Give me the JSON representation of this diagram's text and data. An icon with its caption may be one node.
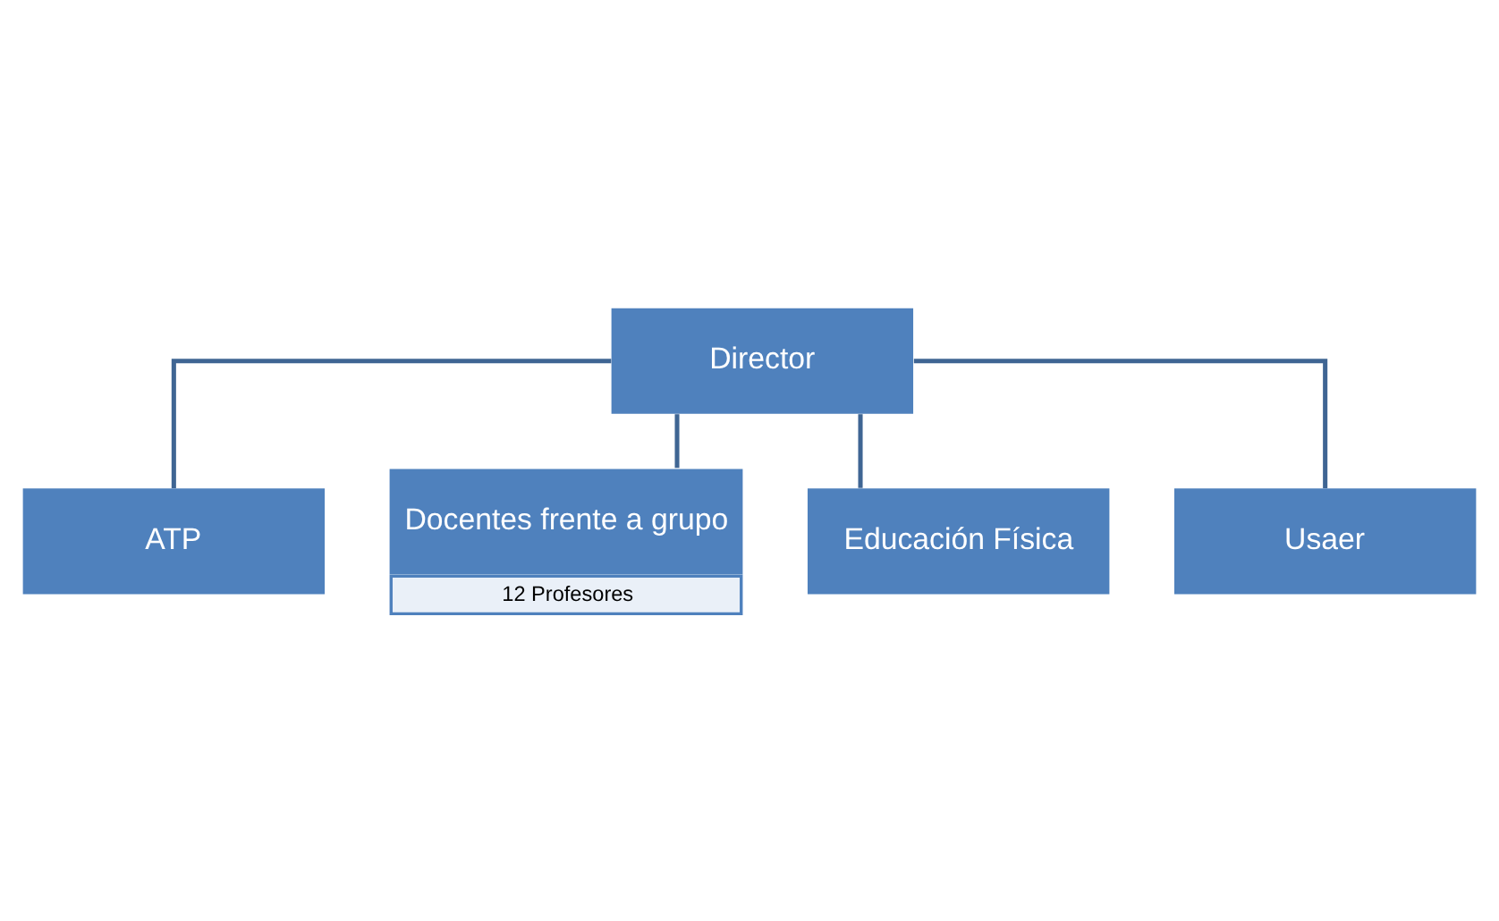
{
  "diagram": {
    "nodes": [
      {
        "text": [
          "Director"
        ]
      },
      {
        "text": [
          "ATP"
        ]
      },
      {
        "text": [
          "Docentes frente a grupo",
          "12 Profesores"
        ]
      },
      {
        "text": [
          "Educación Física"
        ]
      },
      {
        "text": [
          "Usaer"
        ]
      }
    ],
    "edges": [
      {
        "from": 0,
        "to": 1,
        "arrow": "none"
      },
      {
        "from": 0,
        "to": 2,
        "arrow": "none"
      },
      {
        "from": 0,
        "to": 3,
        "arrow": "none"
      },
      {
        "from": 0,
        "to": 4,
        "arrow": "none"
      }
    ]
  }
}
